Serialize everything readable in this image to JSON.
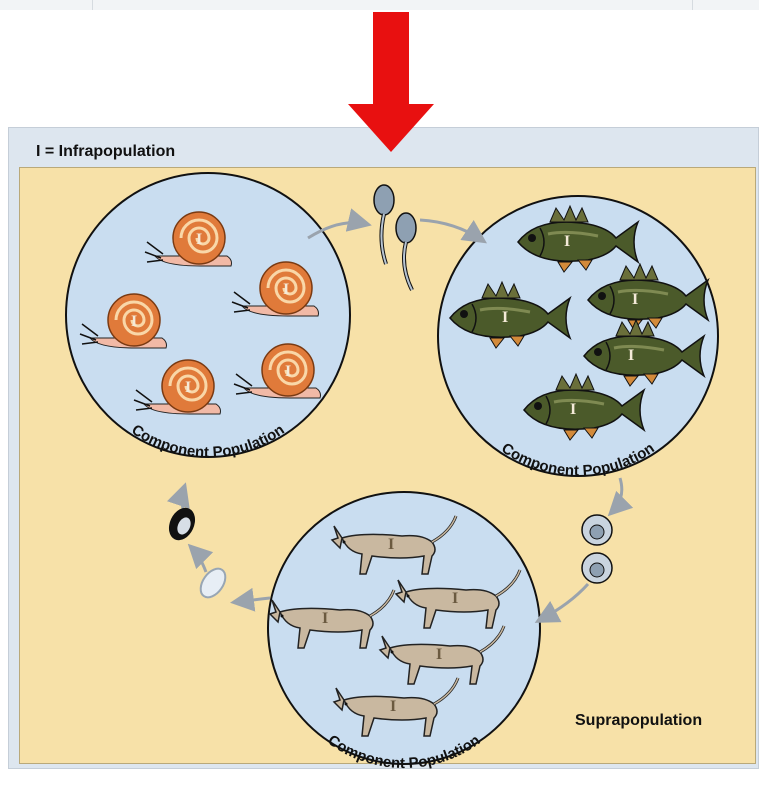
{
  "legend": {
    "infrapopulation": "I = Infrapopulation"
  },
  "labels": {
    "supra": "Suprapopulation",
    "component": "Component Population",
    "infra_marker": "I"
  },
  "colors": {
    "arrow_red": "#e81010",
    "sand": "#f7e1a8",
    "circle_fill": "#c9ddf0",
    "snail_shell": "#e07a3a",
    "fish_body": "#4b5a2a",
    "cat_body": "#c9b8a0"
  },
  "icons": [
    "down-arrow-icon",
    "cercaria-icon",
    "metacercaria-icon",
    "egg-icon",
    "miracidium-icon",
    "snail-icon",
    "fish-icon",
    "cat-icon"
  ]
}
